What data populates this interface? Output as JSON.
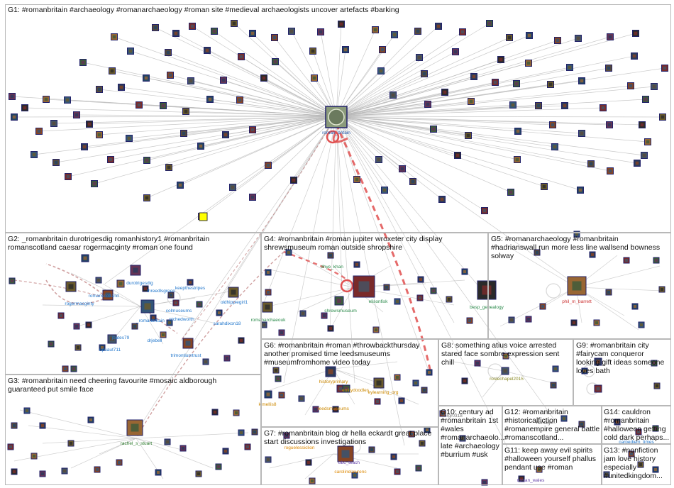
{
  "groups": [
    {
      "id": "G1",
      "label": "G1: #romanbritain #archaeology #romanarchaeology #roman site #medieval archaeologists uncover artefacts #barking"
    },
    {
      "id": "G2",
      "label": "G2: _romanbritain durotrigesdig romanhistory1 #romanbritain\nromanscotland caesar rogermacginty #roman one found"
    },
    {
      "id": "G3",
      "label": "G3: #romanbritain need cheering favourite #mosaic aldborough\nguaranteed put smile face"
    },
    {
      "id": "G4",
      "label": "G4: #romanbritain #roman jupiter wroxeter city display\nshrewsmuseum roman outside shropshire"
    },
    {
      "id": "G5",
      "label": "G5: #romanarchaeology #romanbritain\n#hadrianswall run more less line wallsend bowness\nsolway"
    },
    {
      "id": "G6",
      "label": "G6: #romanbritain #roman #throwbackthursday\nanother promised time leedsmuseums\n#museumfromhome video today"
    },
    {
      "id": "G7",
      "label": "G7: #romanbritain blog dr hella eckardt great place\nstart discussions investigations"
    },
    {
      "id": "G8",
      "label": "G8: something atius voice arrested\nstared face sombre expression sent\nchill"
    },
    {
      "id": "G9",
      "label": "G9: #romanbritain city\n#fairycam conqueror\nlooking gift ideas someone\nloves bath"
    },
    {
      "id": "G10",
      "label": "G10: century ad\n#romanbritain 1st\n#wales\n#romanarchaeolo...\nlate #archaeology\n#burrium #usk"
    },
    {
      "id": "G11",
      "label": "G11: keep away evil spirits\n#halloween yourself phallus\npendant use #roman"
    },
    {
      "id": "G12",
      "label": "G12: #romanbritain\n#historicalfiction\n#romanempire general battle\n#romanscotland..."
    },
    {
      "id": "G13",
      "label": "G13: #nonfiction\njam love history\nespecially\n#unitedkingdom..."
    },
    {
      "id": "G14",
      "label": "G14: cauldron\n#romanbritain\n#halloween getting\ncold dark perhaps..."
    }
  ],
  "named_nodes": [
    {
      "id": "roman_britain",
      "label": "roman_britain",
      "color": "#2255aa"
    },
    {
      "id": "durotrigesdig",
      "label": "durotrigesdig",
      "color": "#2277cc"
    },
    {
      "id": "rogermacginty",
      "label": "rogermacginty",
      "color": "#2277cc"
    },
    {
      "id": "romanscotland",
      "label": "romanscotland",
      "color": "#2277cc"
    },
    {
      "id": "threedlsgreen",
      "label": "threedlsgreen",
      "color": "#2277cc"
    },
    {
      "id": "keepthestripes",
      "label": "keepthestripes",
      "color": "#2277cc"
    },
    {
      "id": "colmuseums",
      "label": "colmuseums",
      "color": "#2277cc"
    },
    {
      "id": "oldhippiegirl1",
      "label": "oldhippiegirl1",
      "color": "#2277cc"
    },
    {
      "id": "_romanbritain",
      "label": "_romanbritain",
      "color": "#2277cc"
    },
    {
      "id": "ntchedworth",
      "label": "ntchedworth",
      "color": "#2277cc"
    },
    {
      "id": "sarahdixon18",
      "label": "sarahdixon18",
      "color": "#2277cc"
    },
    {
      "id": "jbates79",
      "label": "jbates79",
      "color": "#2277cc"
    },
    {
      "id": "drjebell",
      "label": "drjebell",
      "color": "#2277cc"
    },
    {
      "id": "upuaut711",
      "label": "upuaut711",
      "color": "#2277cc"
    },
    {
      "id": "trimontiumtrust",
      "label": "trimontiumtrust",
      "color": "#2277cc"
    },
    {
      "id": "rachel_s_stuart",
      "label": "rachel_s_stuart",
      "color": "#2a7a2a"
    },
    {
      "id": "dhye_khan",
      "label": "dhye_khan",
      "color": "#2a8a4a"
    },
    {
      "id": "elisonfisk",
      "label": "elisonfisk",
      "color": "#2a8a4a"
    },
    {
      "id": "shrewsmuseum",
      "label": "shrewsmuseum",
      "color": "#2a8a4a"
    },
    {
      "id": "romanarchaeouk",
      "label": "romanarchaeouk",
      "color": "#2a8a4a"
    },
    {
      "id": "besp_genealogy",
      "label": "besp_genealogy",
      "color": "#2a8a4a"
    },
    {
      "id": "phil_m_barrett",
      "label": "phil_m_barrett",
      "color": "#cc3333"
    },
    {
      "id": "historyprimary",
      "label": "historyprimary",
      "color": "#cc8800"
    },
    {
      "id": "emilydoodlesy",
      "label": "emilydoodles",
      "color": "#cc8800"
    },
    {
      "id": "eylearning_org",
      "label": "eylearning_org",
      "color": "#cc8800"
    },
    {
      "id": "kimellis8",
      "label": "kimellis8",
      "color": "#cc8800"
    },
    {
      "id": "leedsmuseums",
      "label": "leedsmuseums",
      "color": "#cc8800"
    },
    {
      "id": "rosiechapel2015",
      "label": "rosiechapel2015",
      "color": "#888822"
    },
    {
      "id": "roguelessiclion",
      "label": "roguelessiclion",
      "color": "#dd8800"
    },
    {
      "id": "bbc_teach",
      "label": "bbc_teach",
      "color": "#6644aa"
    },
    {
      "id": "carolinelawrenc",
      "label": "carolinelawrenc",
      "color": "#dd8800"
    },
    {
      "id": "roman_wales",
      "label": "roman_wales",
      "color": "#6644aa"
    },
    {
      "id": "carpediem_times",
      "label": "carpediem_times",
      "color": "#2277cc"
    },
    {
      "id": "heritagemt",
      "label": "heritage...",
      "color": "#777777"
    },
    {
      "id": "mrgrouzig",
      "label": "mrgr0318",
      "color": "#777777"
    }
  ],
  "colors": {
    "edge_gray": "#b8b8b8",
    "edge_red": "#e05050",
    "edge_pink": "#d49a9a",
    "box_border": "#b8b8b8",
    "background": "#ffffff"
  }
}
